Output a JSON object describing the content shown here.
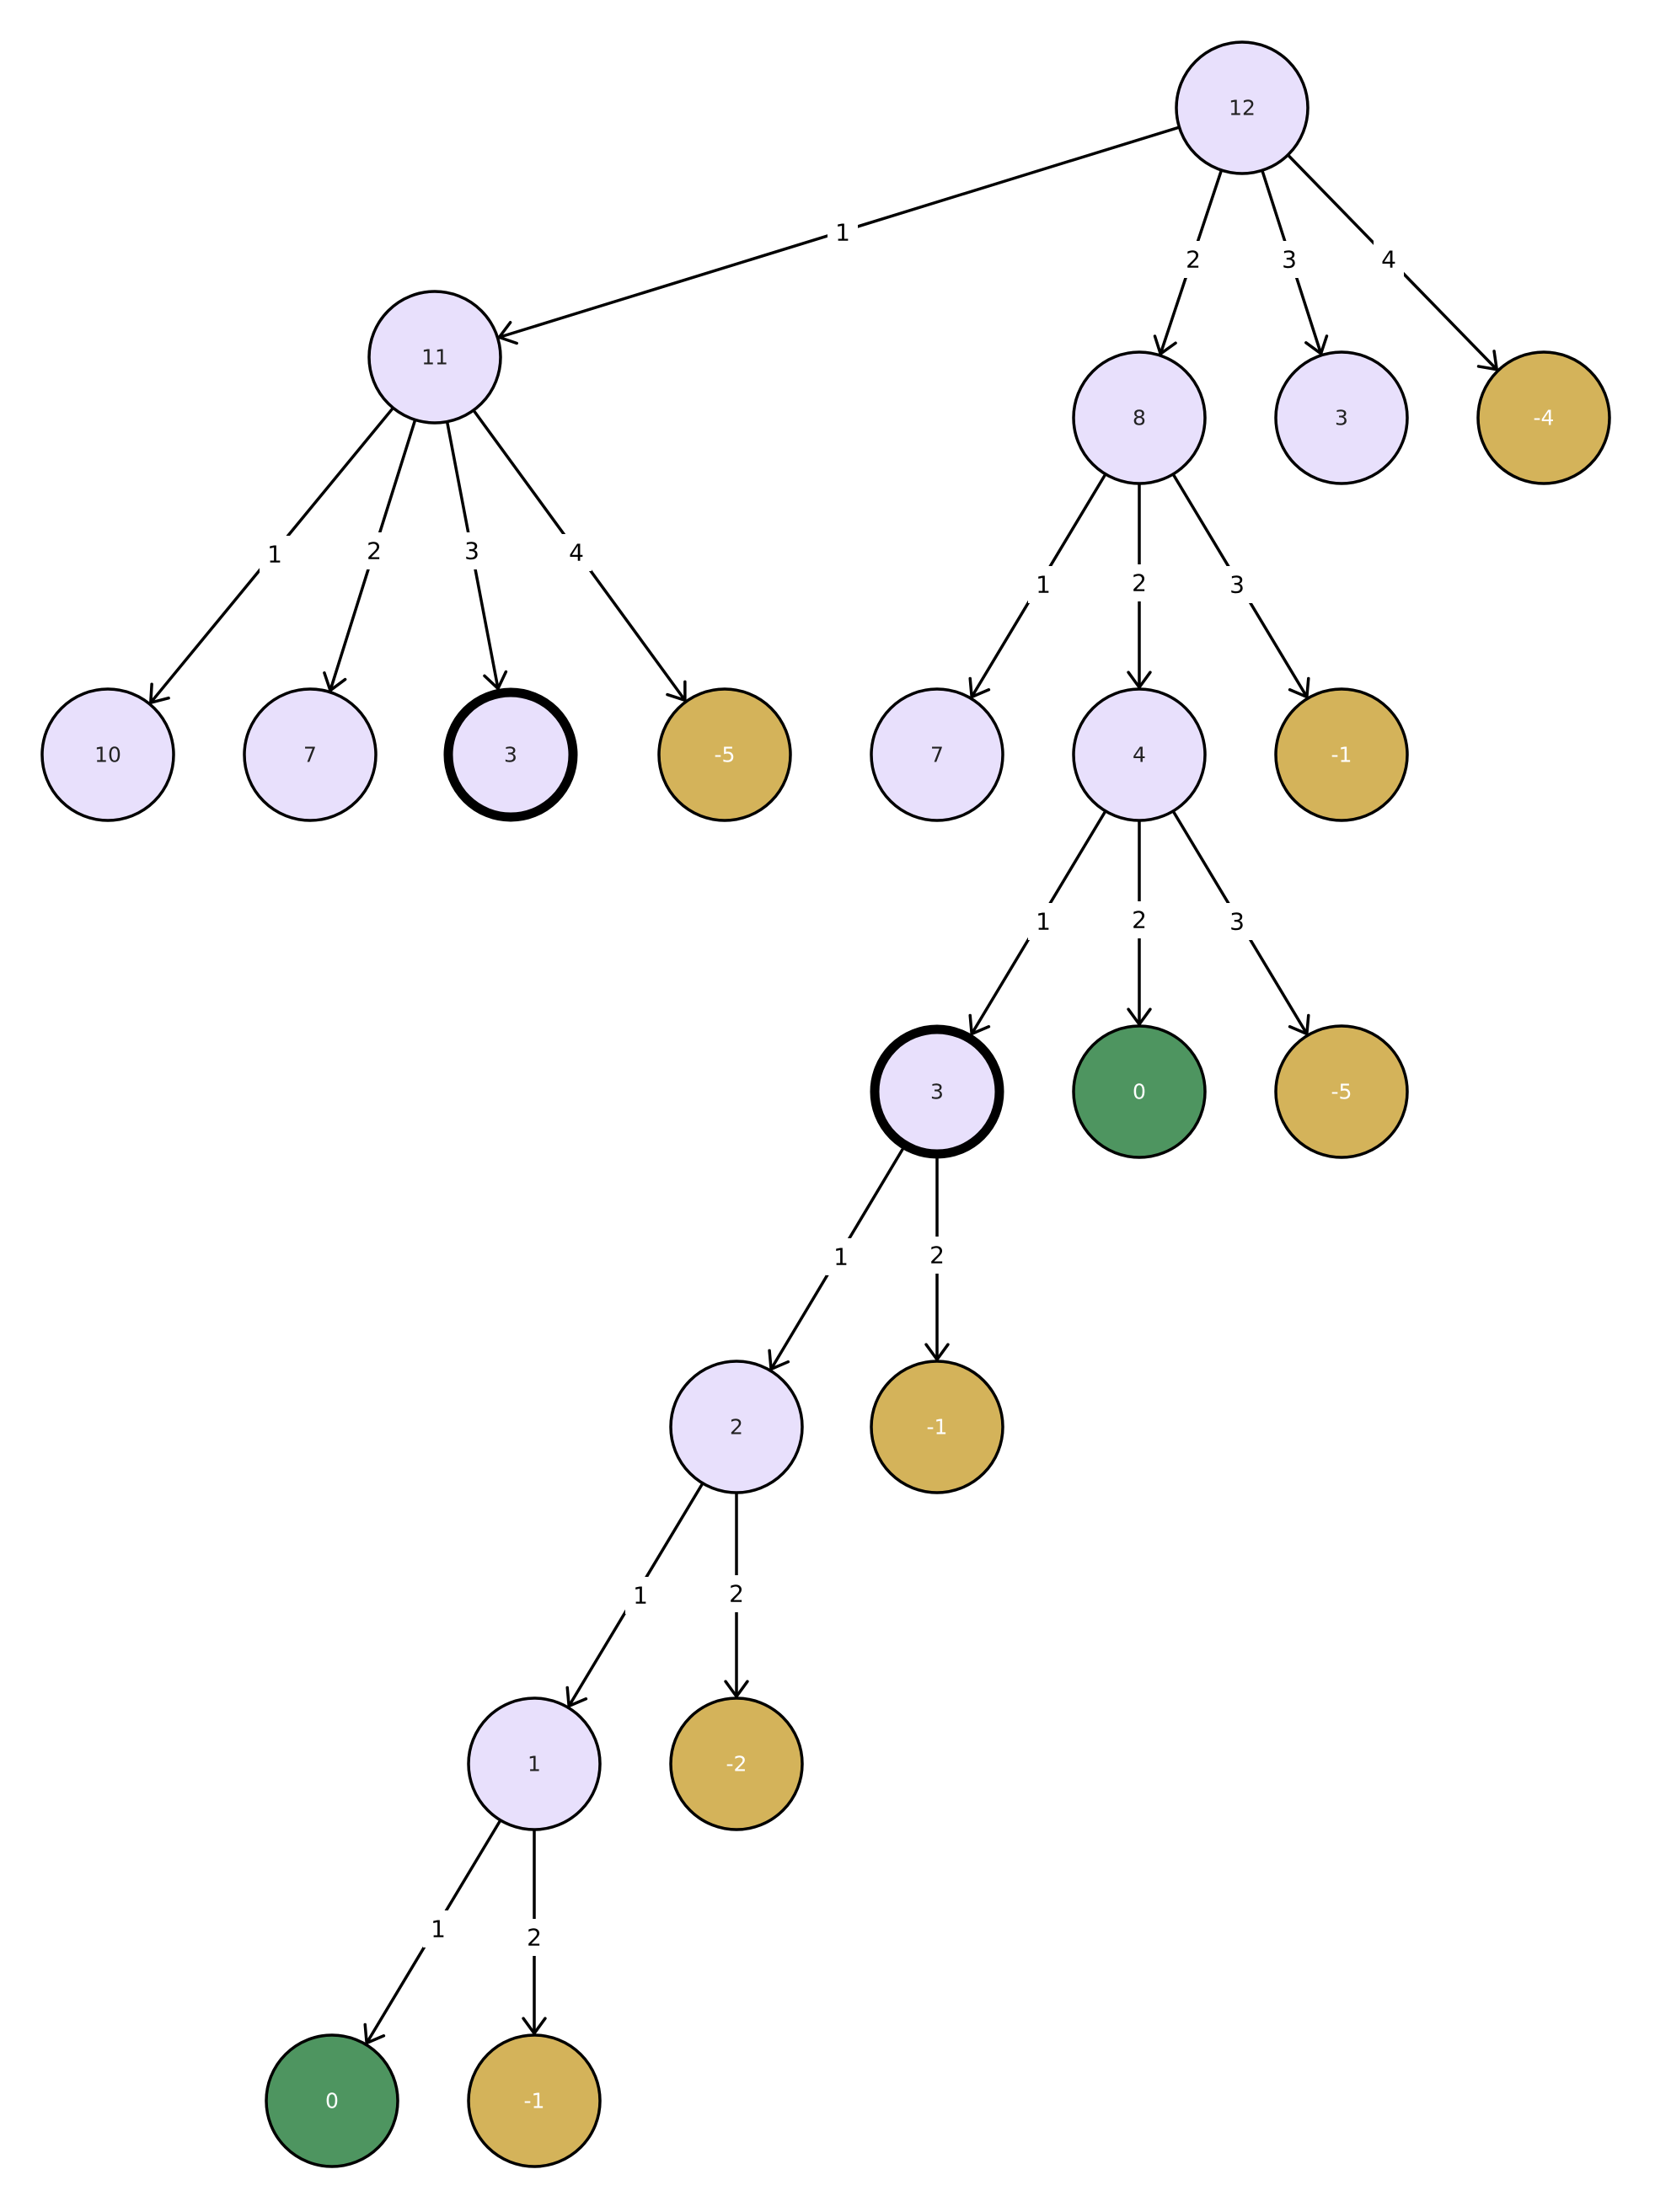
{
  "colors": {
    "regular_fill": "#e8e0fc",
    "negative_fill": "#d4b35a",
    "zero_fill": "#4e9560",
    "stroke": "#000000",
    "regular_text": "#222222",
    "light_text": "#ffffff"
  },
  "nodes": [
    {
      "id": "n12",
      "value": "12",
      "kind": "regular"
    },
    {
      "id": "n11",
      "value": "11",
      "kind": "regular"
    },
    {
      "id": "n8",
      "value": "8",
      "kind": "regular"
    },
    {
      "id": "n3a",
      "value": "3",
      "kind": "regular"
    },
    {
      "id": "nm4",
      "value": "-4",
      "kind": "negative"
    },
    {
      "id": "n10",
      "value": "10",
      "kind": "regular"
    },
    {
      "id": "n7a",
      "value": "7",
      "kind": "regular"
    },
    {
      "id": "n3b",
      "value": "3",
      "kind": "regular",
      "highlighted": true
    },
    {
      "id": "nm5a",
      "value": "-5",
      "kind": "negative"
    },
    {
      "id": "n7b",
      "value": "7",
      "kind": "regular"
    },
    {
      "id": "n4",
      "value": "4",
      "kind": "regular"
    },
    {
      "id": "nm1a",
      "value": "-1",
      "kind": "negative"
    },
    {
      "id": "n3c",
      "value": "3",
      "kind": "regular",
      "highlighted": true
    },
    {
      "id": "n0a",
      "value": "0",
      "kind": "zero"
    },
    {
      "id": "nm5b",
      "value": "-5",
      "kind": "negative"
    },
    {
      "id": "n2",
      "value": "2",
      "kind": "regular"
    },
    {
      "id": "nm1b",
      "value": "-1",
      "kind": "negative"
    },
    {
      "id": "n1",
      "value": "1",
      "kind": "regular"
    },
    {
      "id": "nm2",
      "value": "-2",
      "kind": "negative"
    },
    {
      "id": "n0b",
      "value": "0",
      "kind": "zero"
    },
    {
      "id": "nm1c",
      "value": "-1",
      "kind": "negative"
    }
  ],
  "edges": [
    {
      "from": "n12",
      "to": "n11",
      "label": "1"
    },
    {
      "from": "n12",
      "to": "n8",
      "label": "2"
    },
    {
      "from": "n12",
      "to": "n3a",
      "label": "3"
    },
    {
      "from": "n12",
      "to": "nm4",
      "label": "4"
    },
    {
      "from": "n11",
      "to": "n10",
      "label": "1"
    },
    {
      "from": "n11",
      "to": "n7a",
      "label": "2"
    },
    {
      "from": "n11",
      "to": "n3b",
      "label": "3"
    },
    {
      "from": "n11",
      "to": "nm5a",
      "label": "4"
    },
    {
      "from": "n8",
      "to": "n7b",
      "label": "1"
    },
    {
      "from": "n8",
      "to": "n4",
      "label": "2"
    },
    {
      "from": "n8",
      "to": "nm1a",
      "label": "3"
    },
    {
      "from": "n4",
      "to": "n3c",
      "label": "1"
    },
    {
      "from": "n4",
      "to": "n0a",
      "label": "2"
    },
    {
      "from": "n4",
      "to": "nm5b",
      "label": "3"
    },
    {
      "from": "n3c",
      "to": "n2",
      "label": "1"
    },
    {
      "from": "n3c",
      "to": "nm1b",
      "label": "2"
    },
    {
      "from": "n2",
      "to": "n1",
      "label": "1"
    },
    {
      "from": "n2",
      "to": "nm2",
      "label": "2"
    },
    {
      "from": "n1",
      "to": "n0b",
      "label": "1"
    },
    {
      "from": "n1",
      "to": "nm1c",
      "label": "2"
    }
  ]
}
